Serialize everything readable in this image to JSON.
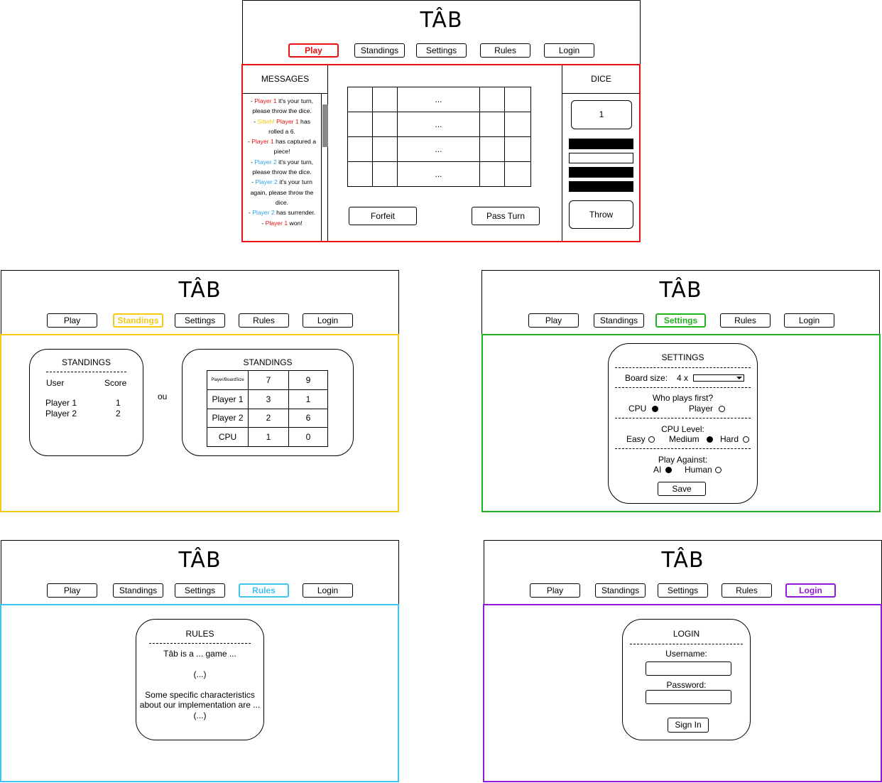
{
  "app_title": "TÂB",
  "nav": [
    "Play",
    "Standings",
    "Settings",
    "Rules",
    "Login"
  ],
  "colors": {
    "play": "#e81212",
    "standings": "#f5c916",
    "settings": "#22b21f",
    "rules": "#3fc3ef",
    "login": "#9319d8",
    "player1": "#e81212",
    "player2": "#2da3e4",
    "sitteh": "#f5c916"
  },
  "play": {
    "messages_title": "MESSAGES",
    "dice_title": "DICE",
    "dice_value": "1",
    "dice_sticks": [
      "dark",
      "light",
      "dark",
      "dark"
    ],
    "board_rows": [
      "...",
      "...",
      "...",
      "..."
    ],
    "forfeit": "Forfeit",
    "pass_turn": "Pass Turn",
    "throw": "Throw",
    "msg": {
      "p1": "Player 1",
      "p2": "Player 2",
      "sitteh": "Sitteh!",
      "dash": "-",
      "m1a": " it's your turn,",
      "m1b": "please throw the dice.",
      "m2a": " has",
      "m2b": "rolled a 6.",
      "m3a": " has captured a",
      "m3b": "piece!",
      "m4a": " it's your turn,",
      "m4b": "please throw the dice.",
      "m5a": " it's your turn",
      "m5b": "again, please throw the",
      "m5c": "dice.",
      "m6a": " has surrender.",
      "m7a": " won!"
    }
  },
  "standings": {
    "title": "STANDINGS",
    "col_user": "User",
    "col_score": "Score",
    "rows": [
      {
        "user": "Player 1",
        "score": "1"
      },
      {
        "user": "Player 2",
        "score": "2"
      }
    ],
    "or": "ou",
    "table_title": "STANDINGS",
    "table_header": [
      "Player/BoardSize",
      "7",
      "9"
    ],
    "table_rows": [
      [
        "Player 1",
        "3",
        "1"
      ],
      [
        "Player 2",
        "2",
        "6"
      ],
      [
        "CPU",
        "1",
        "0"
      ]
    ]
  },
  "settings": {
    "title": "SETTINGS",
    "board_size_label": "Board size:",
    "board_size_value": "4 x",
    "who_first_label": "Who plays first?",
    "cpu": "CPU",
    "player": "Player",
    "cpu_level_label": "CPU Level:",
    "easy": "Easy",
    "medium": "Medium",
    "hard": "Hard",
    "play_against_label": "Play Against:",
    "ai": "AI",
    "human": "Human",
    "save": "Save"
  },
  "rules": {
    "title": "RULES",
    "line1": "Tâb is a ... game ...",
    "line2": "(...)",
    "line3": "Some specific characteristics",
    "line4": "about our implementation are ...",
    "line5": "(...)"
  },
  "login": {
    "title": "LOGIN",
    "username_label": "Username:",
    "password_label": "Password:",
    "sign_in": "Sign In"
  }
}
